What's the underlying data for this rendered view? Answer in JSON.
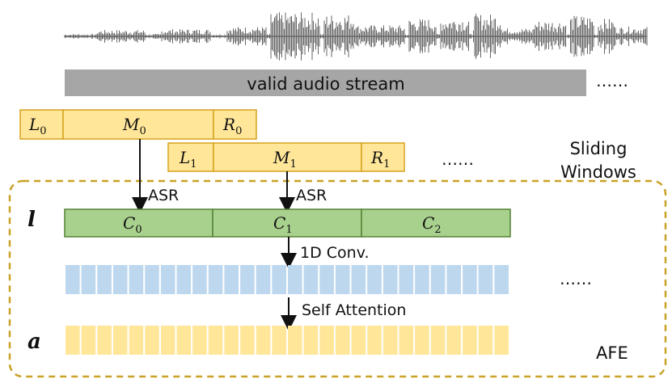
{
  "waveform": {
    "color": "#666666",
    "stream_label": "valid audio stream",
    "stream_color": "#a6a6a6",
    "ellipsis": "……"
  },
  "windows": {
    "title_line1": "Sliding",
    "title_line2": "Windows",
    "ellipsis": "……",
    "fill": "#ffe699",
    "stroke": "#d6a21e",
    "w0": {
      "L": "L",
      "M": "M",
      "R": "R",
      "sub": "0"
    },
    "w1": {
      "L": "L",
      "M": "M",
      "R": "R",
      "sub": "1"
    }
  },
  "afe": {
    "label": "AFE",
    "border_color": "#c9a227",
    "asr0": "ASR",
    "asr1": "ASR",
    "l_label": "l",
    "a_label": "a",
    "chunks": [
      {
        "name": "C",
        "sub": "0"
      },
      {
        "name": "C",
        "sub": "1"
      },
      {
        "name": "C",
        "sub": "2"
      }
    ],
    "chunk_fill": "#a9d18e",
    "chunk_stroke": "#548235",
    "conv_label": "1D Conv.",
    "attn_label": "Self Attention",
    "blue_fill": "#bdd7ee",
    "yellow_fill": "#ffe699",
    "ellipsis": "……",
    "cells": 28
  }
}
